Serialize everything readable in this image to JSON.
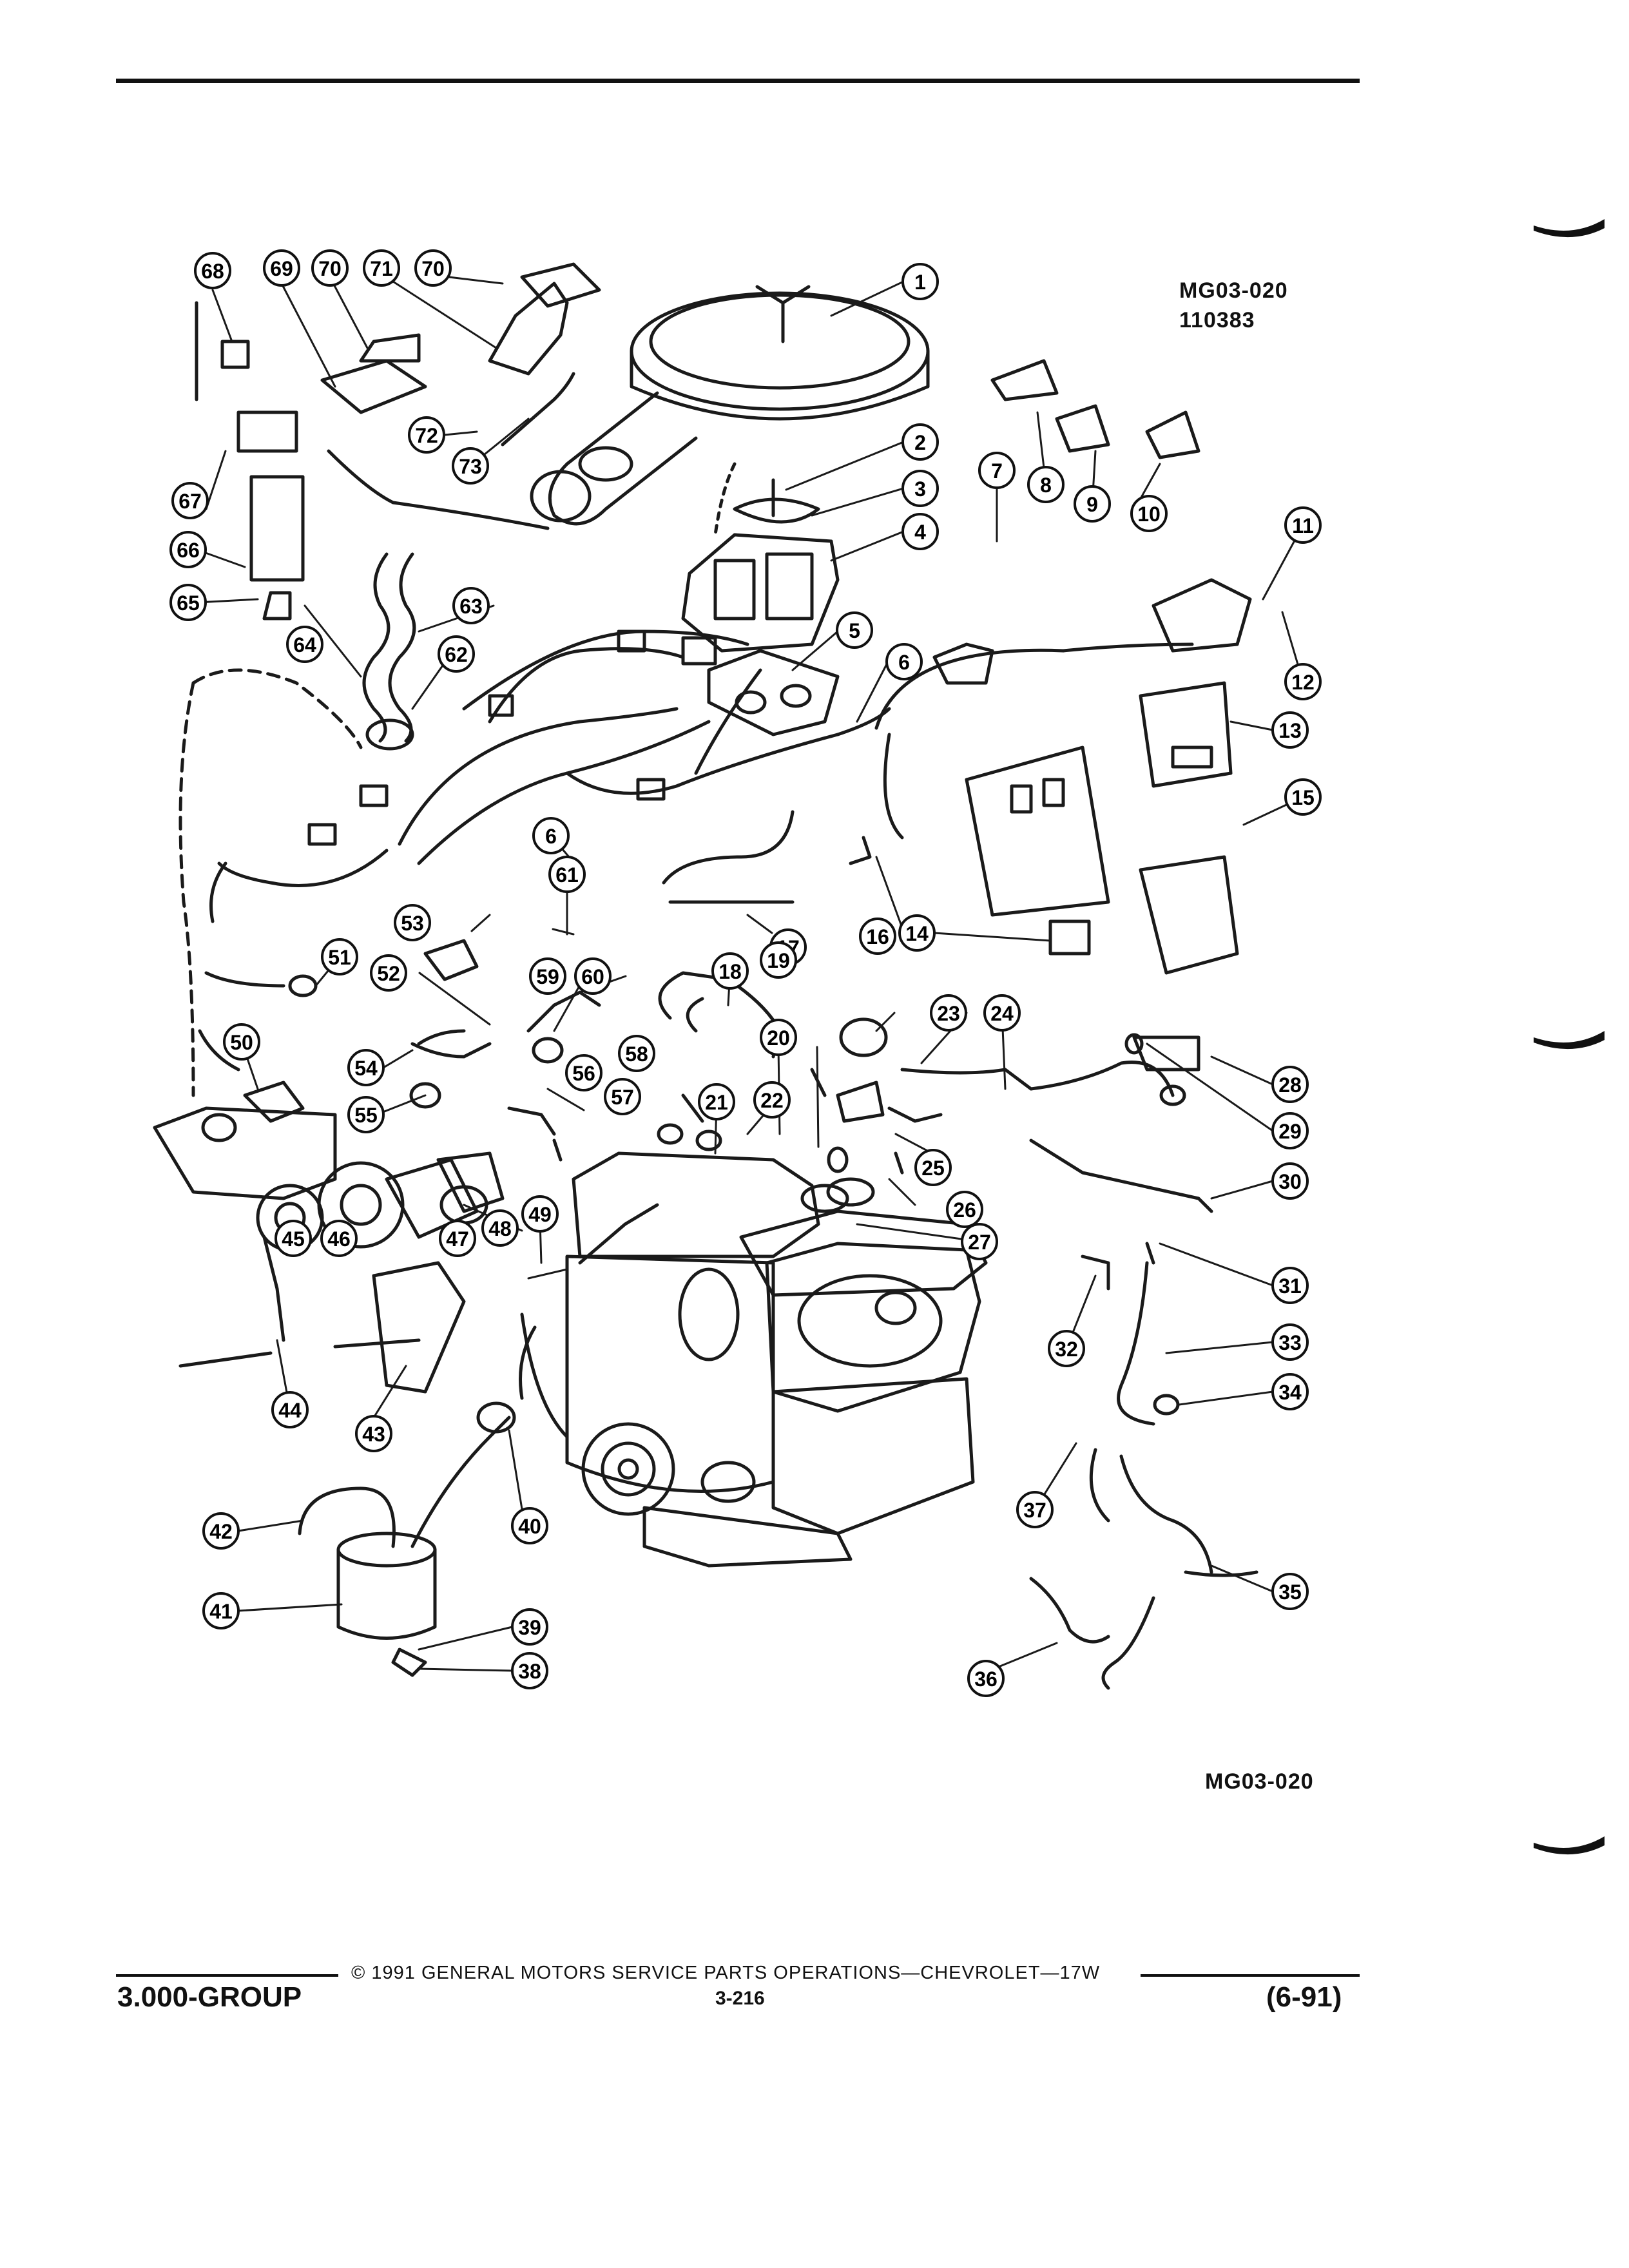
{
  "header": {
    "figure_code": "MG03-020",
    "figure_number": "110383"
  },
  "figure": {
    "bottom_code": "MG03-020",
    "callouts": [
      "1",
      "2",
      "3",
      "4",
      "5",
      "6",
      "6",
      "7",
      "8",
      "9",
      "10",
      "11",
      "12",
      "13",
      "14",
      "15",
      "16",
      "17",
      "18",
      "19",
      "20",
      "21",
      "22",
      "23",
      "24",
      "25",
      "26",
      "27",
      "28",
      "29",
      "30",
      "31",
      "32",
      "33",
      "34",
      "35",
      "36",
      "37",
      "38",
      "39",
      "40",
      "41",
      "42",
      "43",
      "44",
      "45",
      "46",
      "47",
      "48",
      "49",
      "50",
      "51",
      "52",
      "53",
      "54",
      "55",
      "56",
      "57",
      "58",
      "59",
      "60",
      "61",
      "62",
      "63",
      "64",
      "65",
      "66",
      "67",
      "68",
      "69",
      "70",
      "70",
      "71",
      "72",
      "73"
    ]
  },
  "footer": {
    "copyright": "©  1991  GENERAL MOTORS SERVICE PARTS OPERATIONS—CHEVROLET—17W",
    "group": "3.000-GROUP",
    "page": "3-216",
    "date": "(6-91)"
  }
}
